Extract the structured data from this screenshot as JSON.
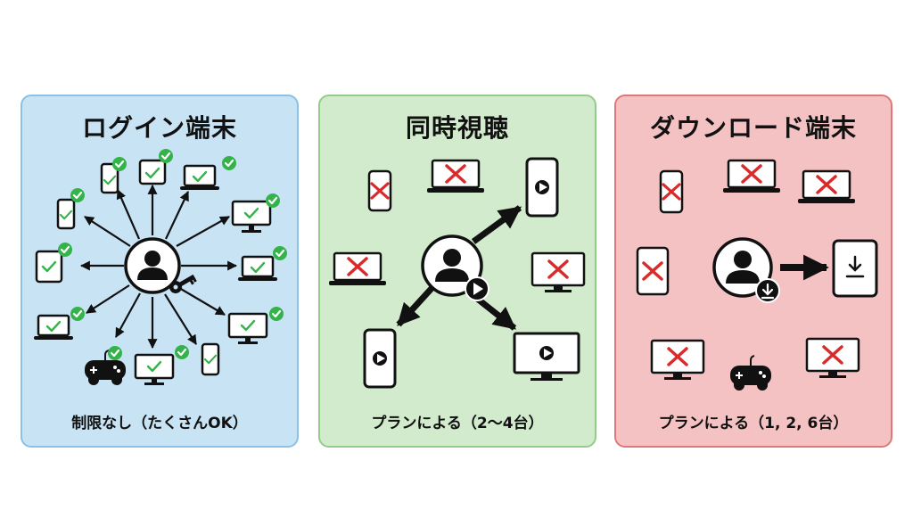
{
  "panels": [
    {
      "title": "ログイン端末",
      "caption": "制限なし（たくさんOK）"
    },
    {
      "title": "同時視聴",
      "caption": "プランによる（2〜4台）"
    },
    {
      "title": "ダウンロード端末",
      "caption": "プランによる（1, 2, 6台）"
    }
  ],
  "colors": {
    "check": "#34b34a",
    "cross": "#d92b2b",
    "ink": "#111111"
  }
}
